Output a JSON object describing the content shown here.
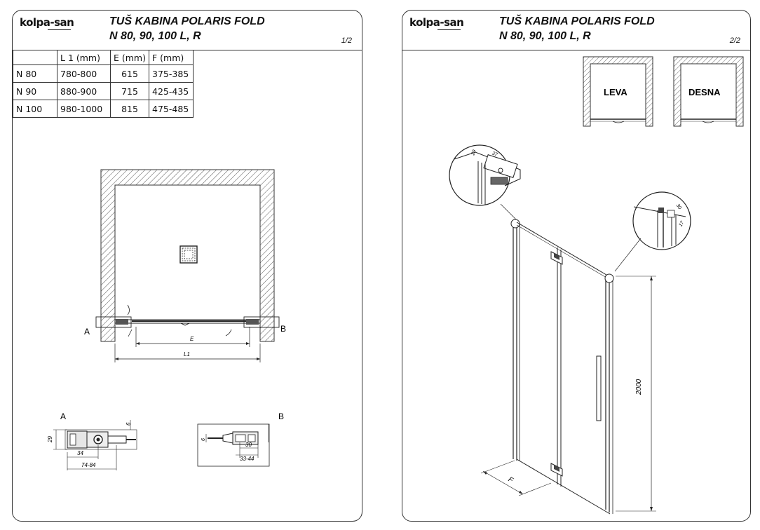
{
  "brand": "kolpa-san",
  "sheet1": {
    "title_line1": "TUŠ KABINA POLARIS FOLD",
    "title_line2": "N 80, 90, 100 L, R",
    "page": "1/2",
    "table": {
      "headers": [
        "",
        "L 1 (mm)",
        "E (mm)",
        "F (mm)"
      ],
      "rows": [
        [
          "N 80",
          "780-800",
          "615",
          "375-385"
        ],
        [
          "N 90",
          "880-900",
          "715",
          "425-435"
        ],
        [
          "N 100",
          "980-1000",
          "815",
          "475-485"
        ]
      ]
    },
    "plan": {
      "label_a": "A",
      "label_b": "B",
      "dim_e": "E",
      "dim_l1": "L1"
    },
    "detail_a": {
      "label": "A",
      "d1": "29",
      "d2": "6",
      "d3": "34",
      "d4": "74-84"
    },
    "detail_b": {
      "label": "B",
      "d1": "6",
      "d2": "30",
      "d3": "33-44"
    }
  },
  "sheet2": {
    "title_line1": "TUŠ KABINA POLARIS FOLD",
    "title_line2": "N 80, 90, 100 L, R",
    "page": "2/2",
    "left_label": "LEVA",
    "right_label": "DESNA",
    "detail_top": {
      "d1": "29",
      "d2": "37"
    },
    "detail_right": {
      "d1": "30",
      "d2": "17"
    },
    "height_dim": "2000",
    "width_dim": "F"
  }
}
